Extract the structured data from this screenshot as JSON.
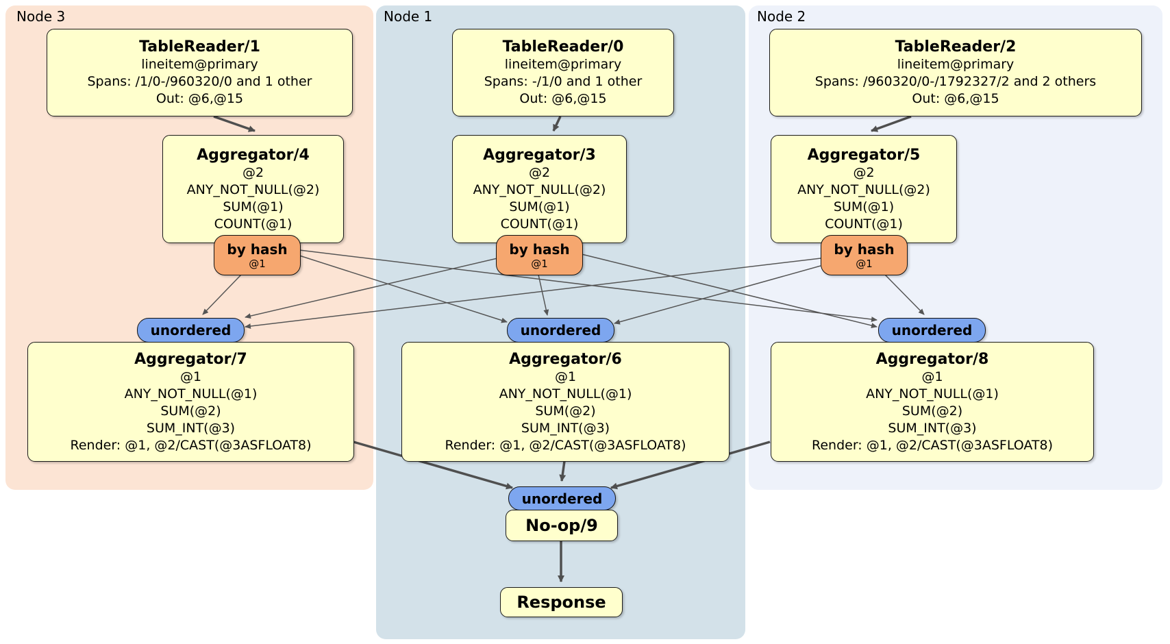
{
  "regions": {
    "node3": {
      "label": "Node 3"
    },
    "node1": {
      "label": "Node 1"
    },
    "node2": {
      "label": "Node 2"
    }
  },
  "processors": {
    "tablereader1": {
      "title": "TableReader/1",
      "lines": [
        "lineitem@primary",
        "Spans: /1/0-/960320/0 and 1 other",
        "Out: @6,@15"
      ]
    },
    "tablereader0": {
      "title": "TableReader/0",
      "lines": [
        "lineitem@primary",
        "Spans: -/1/0 and 1 other",
        "Out: @6,@15"
      ]
    },
    "tablereader2": {
      "title": "TableReader/2",
      "lines": [
        "lineitem@primary",
        "Spans: /960320/0-/1792327/2 and 2 others",
        "Out: @6,@15"
      ]
    },
    "aggregator4": {
      "title": "Aggregator/4",
      "lines": [
        "@2",
        "ANY_NOT_NULL(@2)",
        "SUM(@1)",
        "COUNT(@1)"
      ]
    },
    "aggregator3": {
      "title": "Aggregator/3",
      "lines": [
        "@2",
        "ANY_NOT_NULL(@2)",
        "SUM(@1)",
        "COUNT(@1)"
      ]
    },
    "aggregator5": {
      "title": "Aggregator/5",
      "lines": [
        "@2",
        "ANY_NOT_NULL(@2)",
        "SUM(@1)",
        "COUNT(@1)"
      ]
    },
    "aggregator7": {
      "title": "Aggregator/7",
      "lines": [
        "@1",
        "ANY_NOT_NULL(@1)",
        "SUM(@2)",
        "SUM_INT(@3)",
        "Render: @1, @2/CAST(@3ASFLOAT8)"
      ]
    },
    "aggregator6": {
      "title": "Aggregator/6",
      "lines": [
        "@1",
        "ANY_NOT_NULL(@1)",
        "SUM(@2)",
        "SUM_INT(@3)",
        "Render: @1, @2/CAST(@3ASFLOAT8)"
      ]
    },
    "aggregator8": {
      "title": "Aggregator/8",
      "lines": [
        "@1",
        "ANY_NOT_NULL(@1)",
        "SUM(@2)",
        "SUM_INT(@3)",
        "Render: @1, @2/CAST(@3ASFLOAT8)"
      ]
    },
    "noop9": {
      "title": "No-op/9"
    },
    "response": {
      "title": "Response"
    }
  },
  "routers": {
    "by_hash": {
      "label": "by hash",
      "detail": "@1"
    }
  },
  "streams": {
    "unordered": "unordered"
  },
  "palette": {
    "node3_bg": "#fce4d4",
    "node1_bg": "#d3e1e9",
    "node2_bg": "#eef2fa",
    "processor_bg": "#ffffcd",
    "router_bg": "#f6a76f",
    "stream_bg": "#7da6ef"
  }
}
